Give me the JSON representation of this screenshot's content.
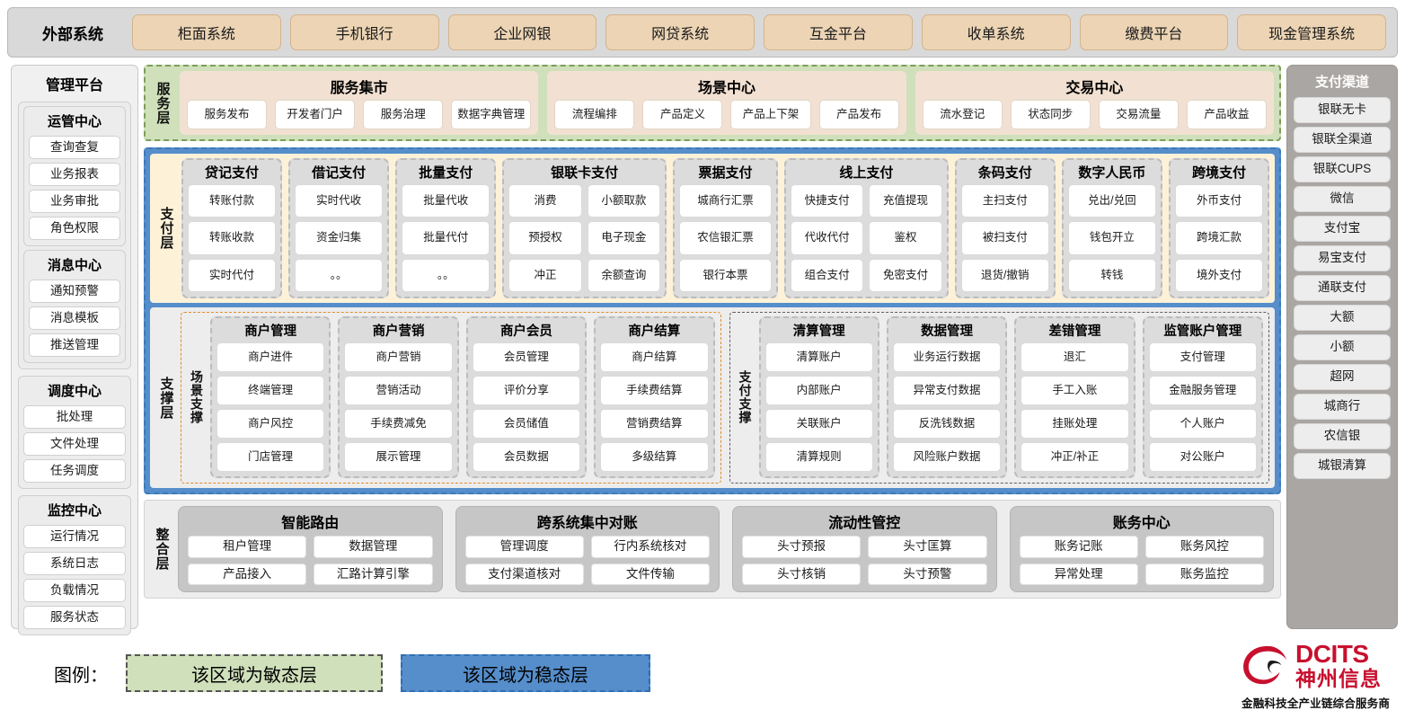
{
  "external": {
    "title": "外部系统",
    "items": [
      "柜面系统",
      "手机银行",
      "企业网银",
      "网贷系统",
      "互金平台",
      "收单系统",
      "缴费平台",
      "现金管理系统"
    ]
  },
  "management": {
    "title": "管理平台",
    "groups": [
      {
        "title": "运管中心",
        "items": [
          "查询查复",
          "业务报表",
          "业务审批",
          "角色权限"
        ]
      },
      {
        "title": "消息中心",
        "items": [
          "通知预警",
          "消息模板",
          "推送管理"
        ]
      },
      {
        "title": "调度中心",
        "items": [
          "批处理",
          "文件处理",
          "任务调度"
        ]
      },
      {
        "title": "监控中心",
        "items": [
          "运行情况",
          "系统日志",
          "负载情况",
          "服务状态"
        ]
      }
    ]
  },
  "channels": {
    "title": "支付渠道",
    "items": [
      "银联无卡",
      "银联全渠道",
      "银联CUPS",
      "微信",
      "支付宝",
      "易宝支付",
      "通联支付",
      "大额",
      "小额",
      "超网",
      "城商行",
      "农信银",
      "城银清算"
    ]
  },
  "service_layer": {
    "label": "服务层",
    "groups": [
      {
        "title": "服务集市",
        "items": [
          "服务发布",
          "开发者门户",
          "服务治理",
          "数据字典管理"
        ]
      },
      {
        "title": "场景中心",
        "items": [
          "流程编排",
          "产品定义",
          "产品上下架",
          "产品发布"
        ]
      },
      {
        "title": "交易中心",
        "items": [
          "流水登记",
          "状态同步",
          "交易流量",
          "产品收益"
        ]
      }
    ]
  },
  "payment_layer": {
    "label": "支付层",
    "columns": [
      {
        "title": "贷记支付",
        "cols": 1,
        "items": [
          "转账付款",
          "转账收款",
          "实时代付"
        ]
      },
      {
        "title": "借记支付",
        "cols": 1,
        "items": [
          "实时代收",
          "资金归集",
          "。。"
        ]
      },
      {
        "title": "批量支付",
        "cols": 1,
        "items": [
          "批量代收",
          "批量代付",
          "。。"
        ]
      },
      {
        "title": "银联卡支付",
        "cols": 2,
        "items": [
          "消费",
          "小额取款",
          "预授权",
          "电子现金",
          "冲正",
          "余额查询"
        ]
      },
      {
        "title": "票据支付",
        "cols": 1,
        "items": [
          "城商行汇票",
          "农信银汇票",
          "银行本票"
        ]
      },
      {
        "title": "线上支付",
        "cols": 2,
        "items": [
          "快捷支付",
          "充值提现",
          "代收代付",
          "鉴权",
          "组合支付",
          "免密支付"
        ]
      },
      {
        "title": "条码支付",
        "cols": 1,
        "items": [
          "主扫支付",
          "被扫支付",
          "退货/撤销"
        ]
      },
      {
        "title": "数字人民币",
        "cols": 1,
        "items": [
          "兑出/兑回",
          "钱包开立",
          "转钱"
        ]
      },
      {
        "title": "跨境支付",
        "cols": 1,
        "items": [
          "外币支付",
          "跨境汇款",
          "境外支付"
        ]
      }
    ]
  },
  "support_layer": {
    "label": "支撑层",
    "halves": [
      {
        "label": "场景支撑",
        "columns": [
          {
            "title": "商户管理",
            "items": [
              "商户进件",
              "终端管理",
              "商户风控",
              "门店管理"
            ]
          },
          {
            "title": "商户营销",
            "items": [
              "商户营销",
              "营销活动",
              "手续费减免",
              "展示管理"
            ]
          },
          {
            "title": "商户会员",
            "items": [
              "会员管理",
              "评价分享",
              "会员储值",
              "会员数据"
            ]
          },
          {
            "title": "商户结算",
            "items": [
              "商户结算",
              "手续费结算",
              "营销费结算",
              "多级结算"
            ]
          }
        ]
      },
      {
        "label": "支付支撑",
        "columns": [
          {
            "title": "清算管理",
            "items": [
              "清算账户",
              "内部账户",
              "关联账户",
              "清算规则"
            ]
          },
          {
            "title": "数据管理",
            "items": [
              "业务运行数据",
              "异常支付数据",
              "反洗钱数据",
              "风险账户数据"
            ]
          },
          {
            "title": "差错管理",
            "items": [
              "退汇",
              "手工入账",
              "挂账处理",
              "冲正/补正"
            ]
          },
          {
            "title": "监管账户管理",
            "items": [
              "支付管理",
              "金融服务管理",
              "个人账户",
              "对公账户"
            ]
          }
        ]
      }
    ]
  },
  "integration_layer": {
    "label": "整合层",
    "columns": [
      {
        "title": "智能路由",
        "items": [
          "租户管理",
          "数据管理",
          "产品接入",
          "汇路计算引擎"
        ]
      },
      {
        "title": "跨系统集中对账",
        "items": [
          "管理调度",
          "行内系统核对",
          "支付渠道核对",
          "文件传输"
        ]
      },
      {
        "title": "流动性管控",
        "items": [
          "头寸预报",
          "头寸匡算",
          "头寸核销",
          "头寸预警"
        ]
      },
      {
        "title": "账务中心",
        "items": [
          "账务记账",
          "账务风控",
          "异常处理",
          "账务监控"
        ]
      }
    ]
  },
  "legend": {
    "label": "图例：",
    "agile": "该区域为敏态层",
    "stable": "该区域为稳态层"
  },
  "logo": {
    "en": "DCITS",
    "cn": "神州信息",
    "tagline": "金融科技全产业链综合服务商"
  },
  "colors": {
    "agile_green": "#cfe0bb",
    "stable_blue": "#558ecb",
    "payment_cream": "#fdf2d8",
    "external_tan": "#ecd4b4",
    "channel_grey": "#aaa6a3",
    "brand_red": "#c8102e"
  }
}
